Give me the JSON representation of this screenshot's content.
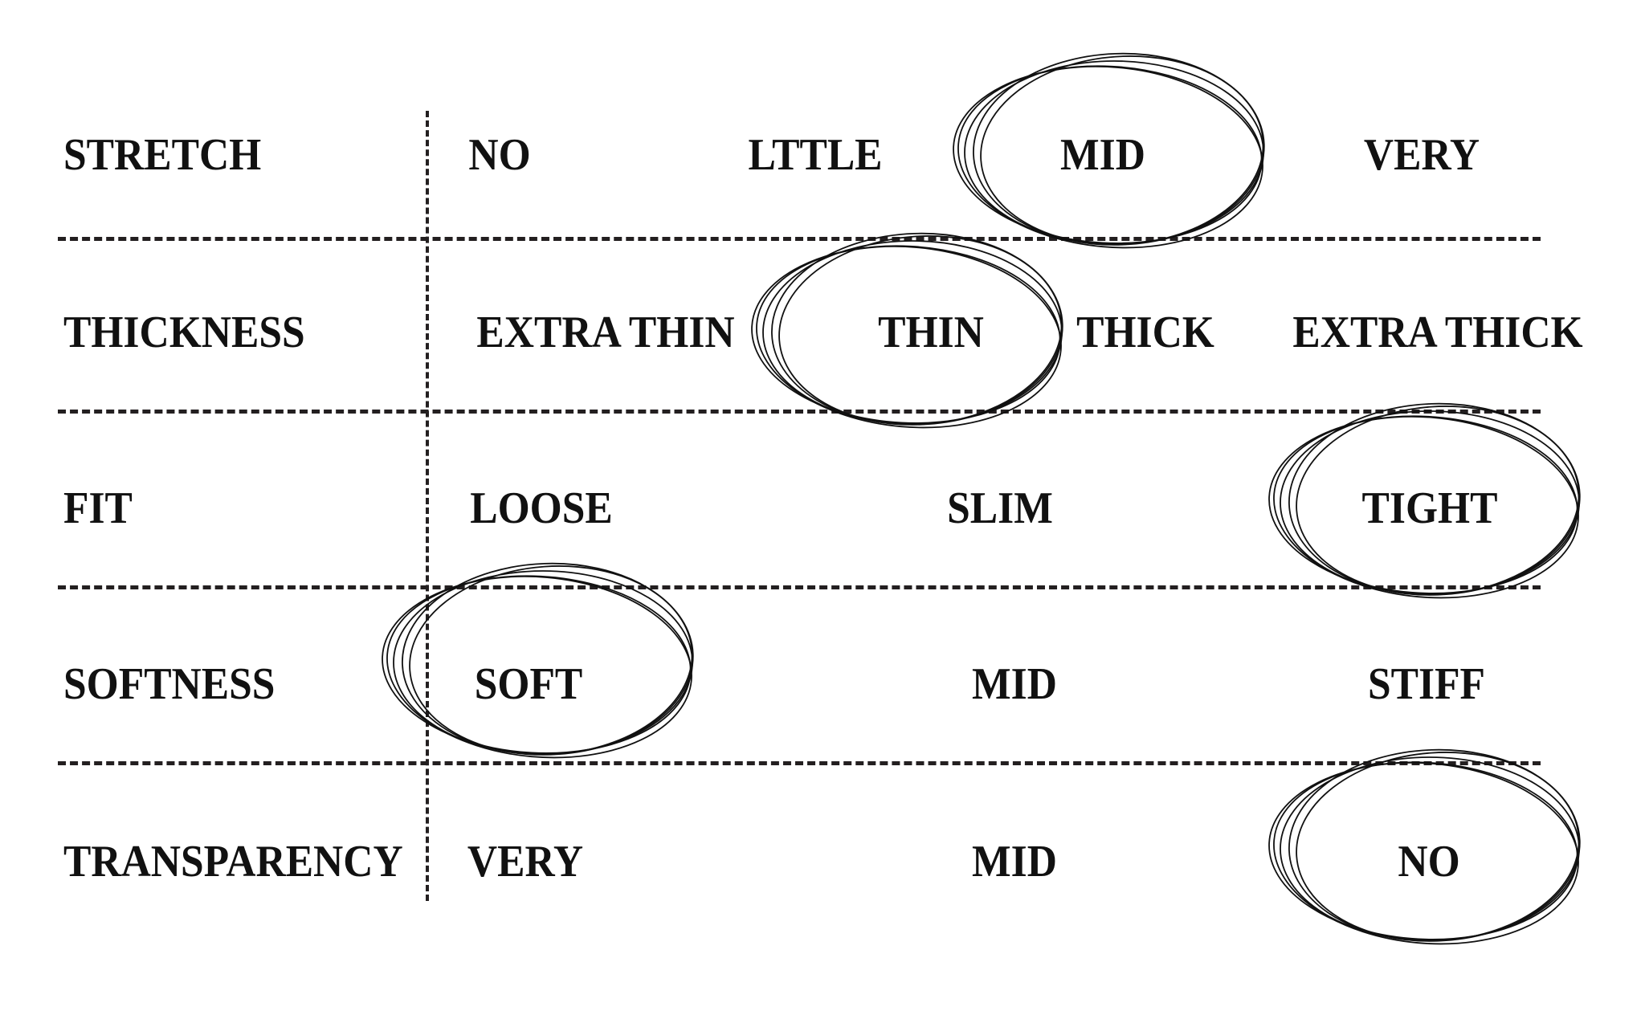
{
  "rows": [
    {
      "label": "STRETCH",
      "options": [
        "NO",
        "LTTLE",
        "MID",
        "VERY"
      ],
      "selected": 2
    },
    {
      "label": "THICKNESS",
      "options": [
        "EXTRA THIN",
        "THIN",
        "THICK",
        "EXTRA THICK"
      ],
      "selected": 1
    },
    {
      "label": "FIT",
      "options": [
        "LOOSE",
        "SLIM",
        "TIGHT"
      ],
      "selected": 2
    },
    {
      "label": "SOFTNESS",
      "options": [
        "SOFT",
        "MID",
        "STIFF"
      ],
      "selected": 0
    },
    {
      "label": "TRANSPARENCY",
      "options": [
        "VERY",
        "MID",
        "NO"
      ],
      "selected": 2
    }
  ],
  "colors": {
    "ink": "#231f20"
  }
}
